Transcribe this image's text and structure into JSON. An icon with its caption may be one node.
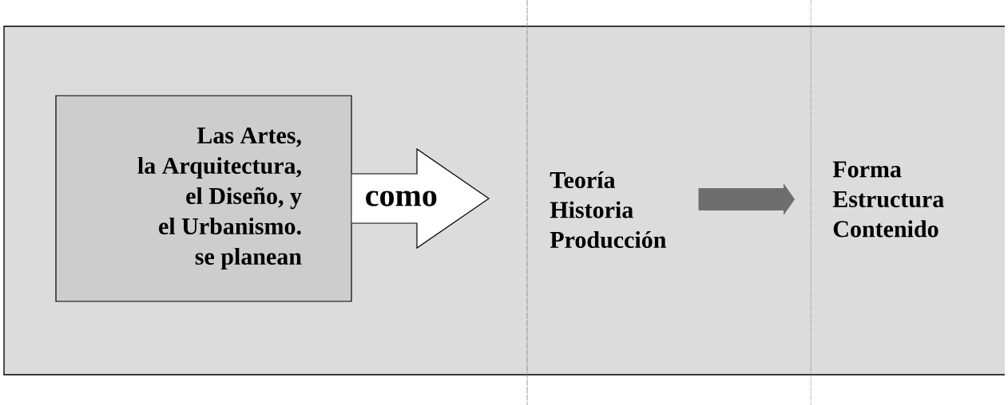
{
  "diagram": {
    "nodes": [
      {
        "text": [
          "Las Artes, la Arquitectura, el Diseño, y el Urbanismo. se planean"
        ]
      },
      {
        "text": [
          "Teoría Historia Producción"
        ]
      },
      {
        "text": [
          "Forma Estructura Contenido"
        ]
      }
    ],
    "edges": [
      {
        "from": 0,
        "to": 1,
        "arrow": "to",
        "label": "como"
      },
      {
        "from": 1,
        "to": 2,
        "arrow": "to",
        "color": "#6e6e6e"
      }
    ]
  }
}
